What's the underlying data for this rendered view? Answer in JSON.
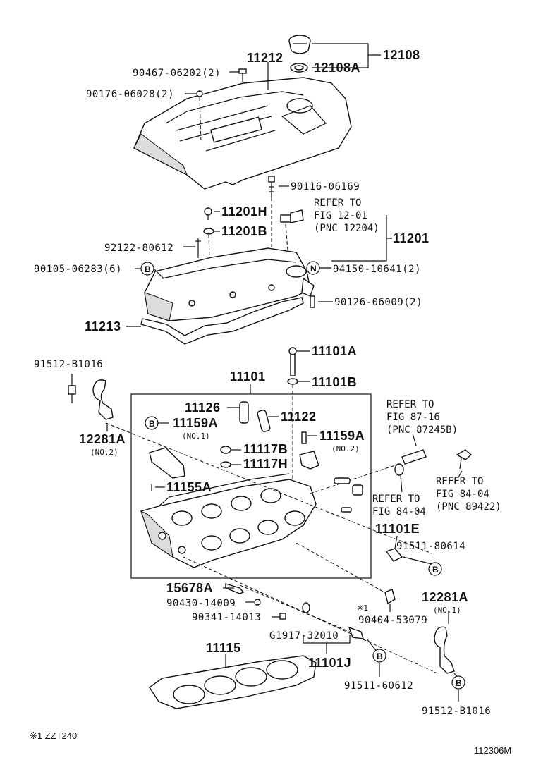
{
  "labels": {
    "p12108": "12108",
    "p12108A": "12108A",
    "p11212": "11212",
    "p90467": "90467-06202(2)",
    "p90176": "90176-06028(2)",
    "p90116": "90116-06169",
    "p11201H": "11201H",
    "p11201B": "11201B",
    "p92122": "92122-80612",
    "p11201": "11201",
    "p90105": "90105-06283(6)",
    "p94150": "94150-10641(2)",
    "p90126": "90126-06009(2)",
    "p11213": "11213",
    "p11101A": "11101A",
    "p91512a": "91512-B1016",
    "p11101B": "11101B",
    "p11101": "11101",
    "p11126": "11126",
    "p11122": "11122",
    "p11159A_1": "11159A",
    "p11159A_2": "11159A",
    "p12281A_2": "12281A",
    "p11117B": "11117B",
    "p11117H": "11117H",
    "p11155A": "11155A",
    "p11101E": "11101E",
    "p91511_80614": "91511-80614",
    "p15678A": "15678A",
    "p90430": "90430-14009",
    "p90341": "90341-14013",
    "p90404": "90404-53079",
    "p12281A_1": "12281A",
    "pG1917": "G1917-32010",
    "p11115": "11115",
    "p11101J": "11101J",
    "p91511_60612": "91511-60612",
    "p91512b": "91512-B1016"
  },
  "notes": {
    "no2_a": "(NO.2)",
    "no1_a": "(NO.1)",
    "no2_b": "(NO.2)",
    "no1_b": "(NO.1)",
    "mark1": "※1"
  },
  "refs": {
    "r1_l1": "REFER TO",
    "r1_l2": "FIG 12-01",
    "r1_l3": "(PNC 12204)",
    "r2_l1": "REFER TO",
    "r2_l2": "FIG 87-16",
    "r2_l3": "(PNC 87245B)",
    "r3_l1": "REFER TO",
    "r3_l2": "FIG 84-04",
    "r3_l3": "(PNC 89422)",
    "r4_l1": "REFER TO",
    "r4_l2": "FIG 84-04"
  },
  "callouts": {
    "B": "B",
    "N": "N"
  },
  "footer": {
    "model_note": "※1 ZZT240",
    "diagram_id": "112306M"
  }
}
